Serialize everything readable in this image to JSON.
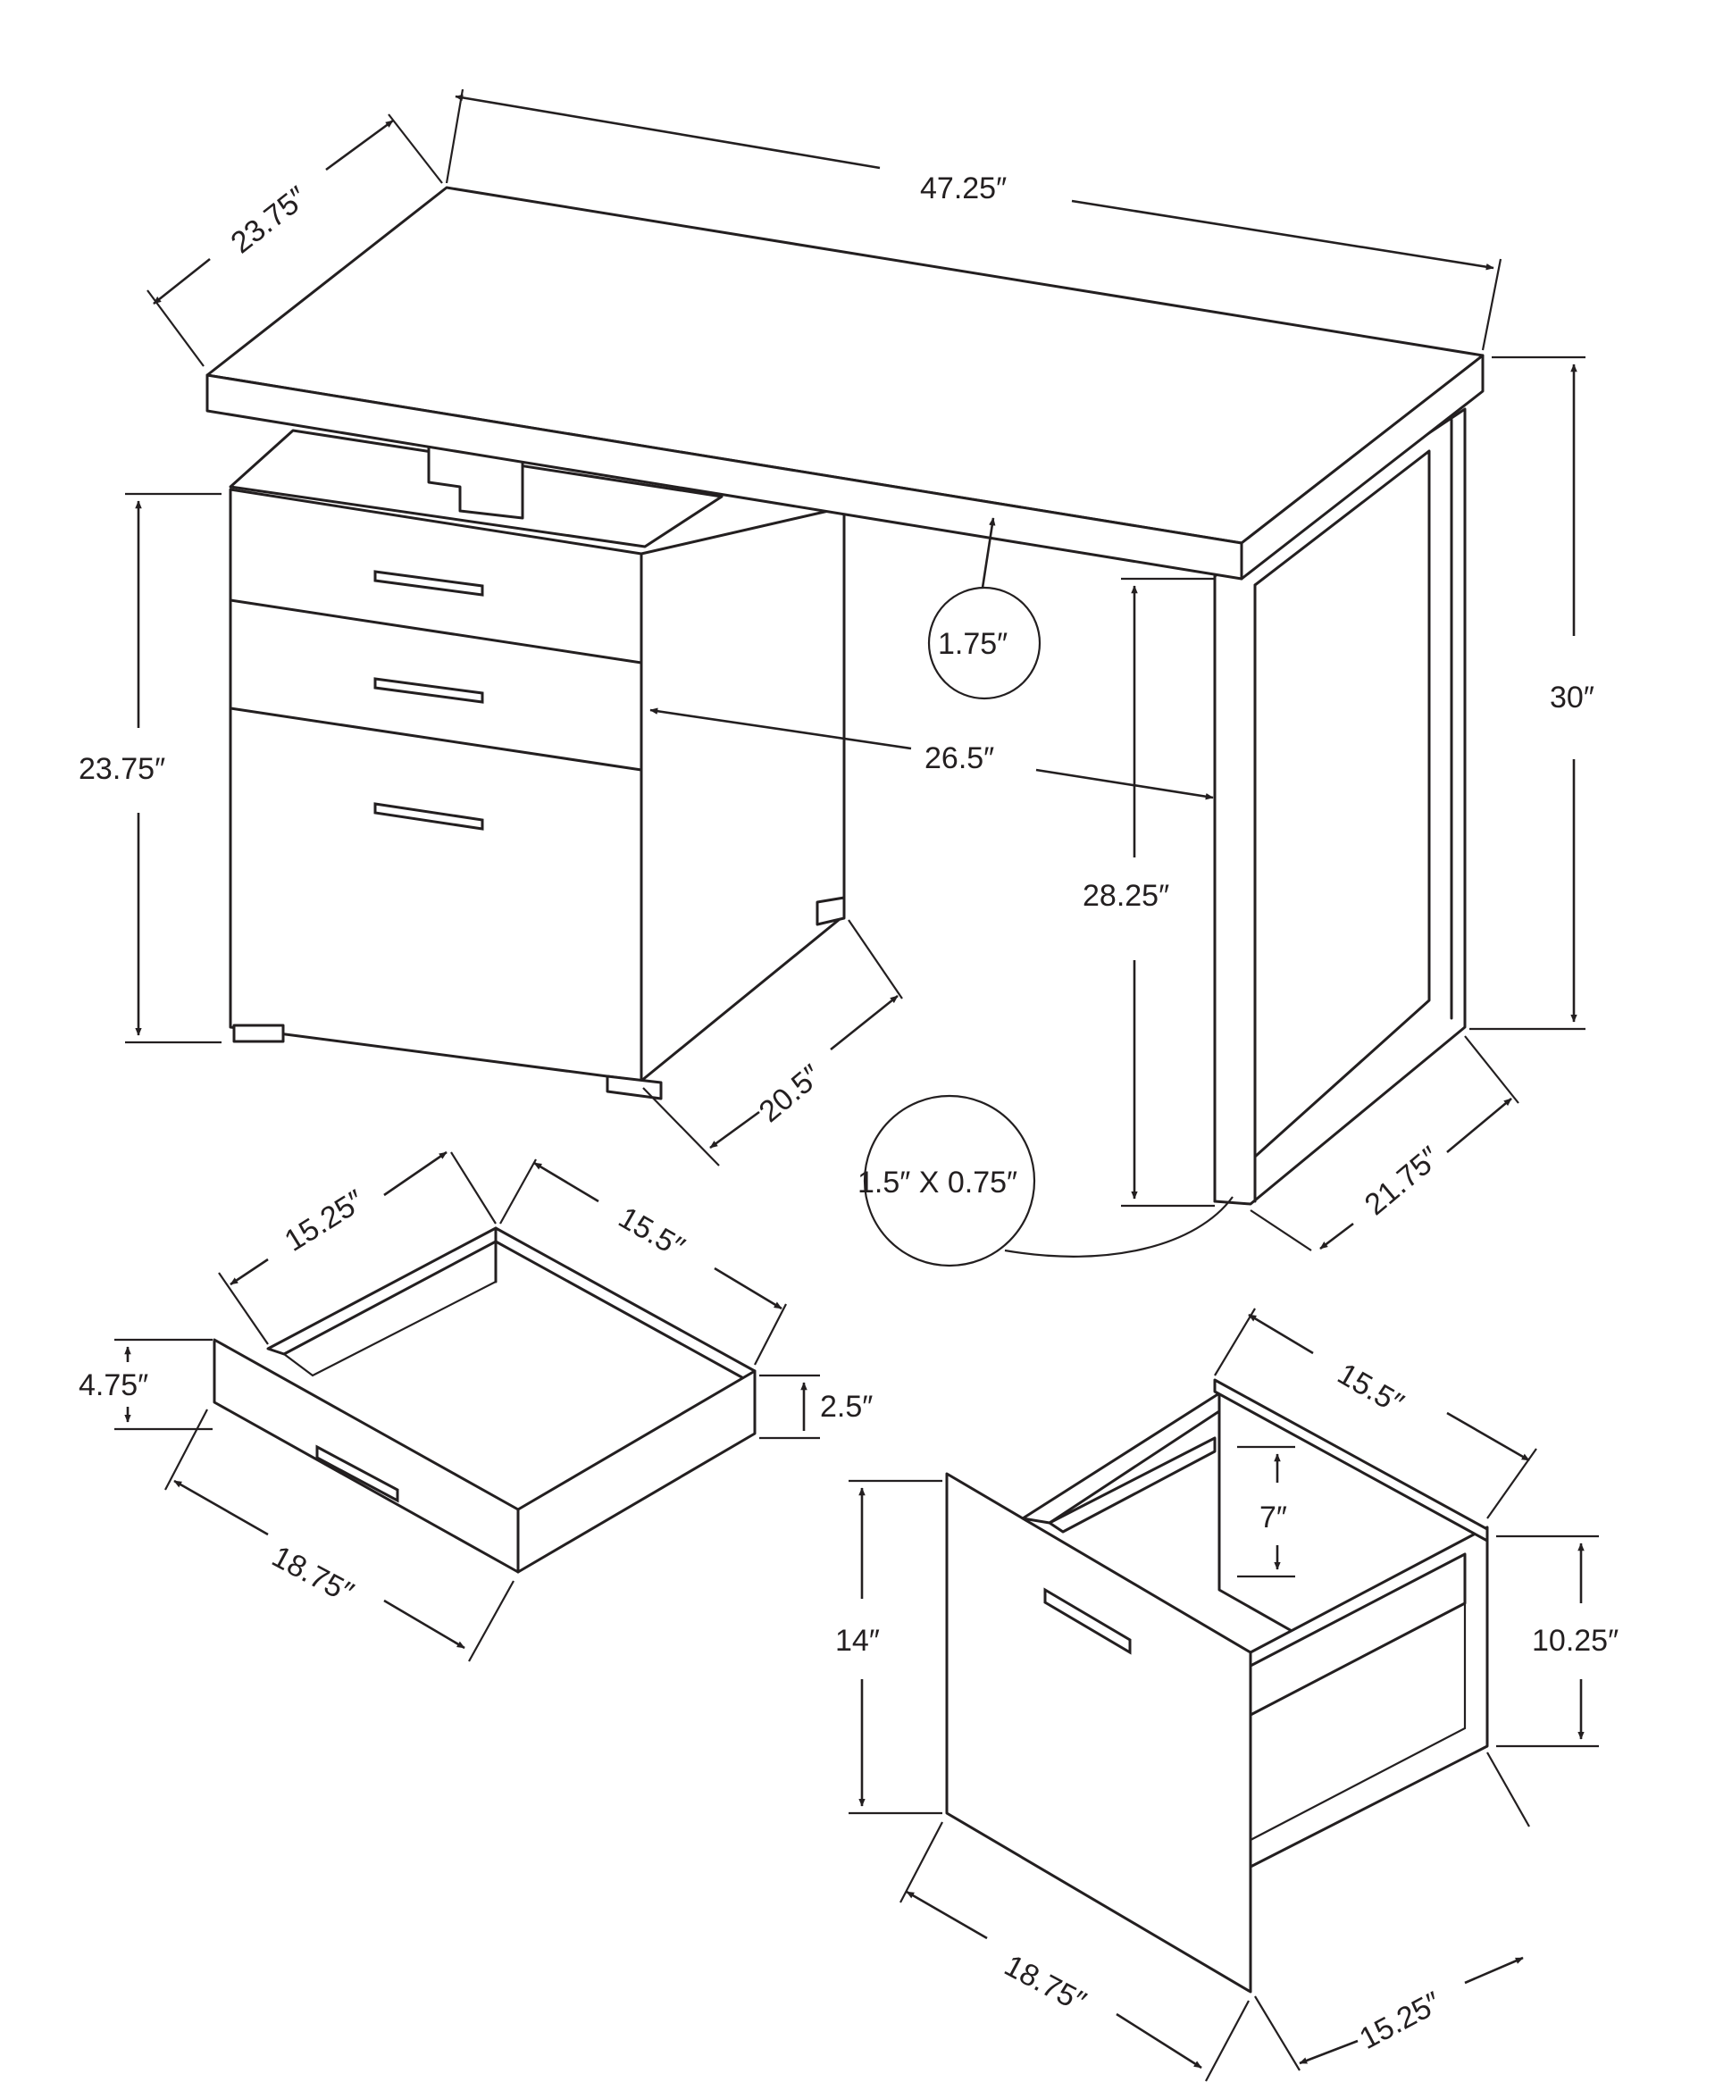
{
  "product": {
    "view": "desk dimension line drawing",
    "color": "#231f20"
  },
  "dimensions": {
    "desk_width": "47.25″",
    "desk_depth": "23.75″",
    "desk_height": "30″",
    "top_thickness": "1.75″",
    "knee_clearance_height": "28.25″",
    "knee_clearance_width": "26.5″",
    "cabinet_height": "23.75″",
    "cabinet_depth": "20.5″",
    "leg_depth": "21.75″",
    "leg_profile": "1.5″ X 0.75″",
    "small_drawer_inner_width": "15.25″",
    "small_drawer_inner_depth": "15.5″",
    "small_drawer_front_height": "4.75″",
    "small_drawer_inner_height": "2.5″",
    "small_drawer_front_width": "18.75″",
    "file_drawer_inner_depth": "15.5″",
    "file_drawer_rail_height": "7″",
    "file_drawer_front_height": "14″",
    "file_drawer_inner_height": "10.25″",
    "file_drawer_front_width": "18.75″",
    "file_drawer_inner_width": "15.25″"
  }
}
